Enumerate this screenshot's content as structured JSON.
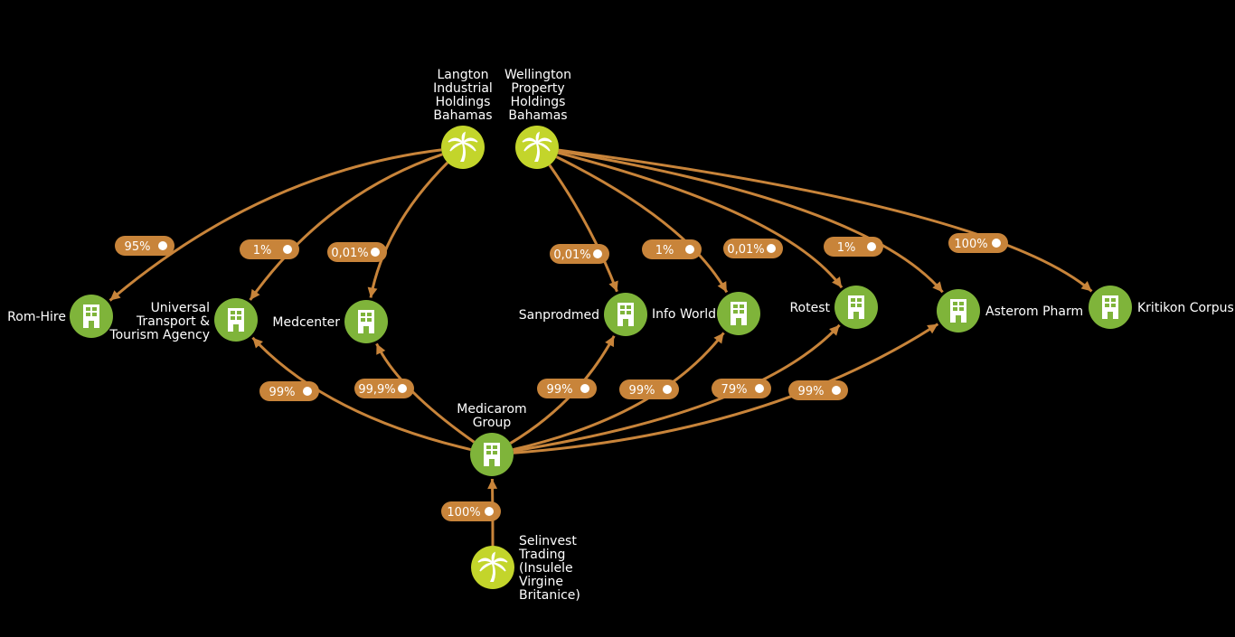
{
  "nodes": [
    {
      "id": "langton",
      "kind": "offshore",
      "label": [
        "Langton",
        "Industrial",
        "Holdings",
        "Bahamas"
      ],
      "color": "#c3d52b"
    },
    {
      "id": "wellington",
      "kind": "offshore",
      "label": [
        "Wellington",
        "Property",
        "Holdings",
        "Bahamas"
      ],
      "color": "#c3d52b"
    },
    {
      "id": "romhire",
      "kind": "company",
      "label": [
        "Rom-Hire"
      ],
      "color": "#7fb43a"
    },
    {
      "id": "universal",
      "kind": "company",
      "label": [
        "Universal",
        "Transport &",
        "Tourism Agency"
      ],
      "color": "#7fb43a"
    },
    {
      "id": "medcenter",
      "kind": "company",
      "label": [
        "Medcenter"
      ],
      "color": "#7fb43a"
    },
    {
      "id": "sanprodmed",
      "kind": "company",
      "label": [
        "Sanprodmed"
      ],
      "color": "#7fb43a"
    },
    {
      "id": "infoworld",
      "kind": "company",
      "label": [
        "Info World"
      ],
      "color": "#7fb43a"
    },
    {
      "id": "rotest",
      "kind": "company",
      "label": [
        "Rotest"
      ],
      "color": "#7fb43a"
    },
    {
      "id": "asterom",
      "kind": "company",
      "label": [
        "Asterom Pharm"
      ],
      "color": "#7fb43a"
    },
    {
      "id": "kritikon",
      "kind": "company",
      "label": [
        "Kritikon Corpus"
      ],
      "color": "#7fb43a"
    },
    {
      "id": "medicarom",
      "kind": "company",
      "label": [
        "Medicarom",
        "Group"
      ],
      "color": "#7fb43a"
    },
    {
      "id": "selinvest",
      "kind": "offshore",
      "label": [
        "Selinvest",
        "Trading",
        "(Insulele",
        "Virgine",
        "Britanice)"
      ],
      "color": "#c3d52b"
    }
  ],
  "edges": [
    {
      "from": "langton",
      "to": "romhire",
      "label": "95%"
    },
    {
      "from": "langton",
      "to": "universal",
      "label": "1%"
    },
    {
      "from": "langton",
      "to": "medcenter",
      "label": "0,01%"
    },
    {
      "from": "wellington",
      "to": "sanprodmed",
      "label": "0,01%"
    },
    {
      "from": "wellington",
      "to": "infoworld",
      "label": "1%"
    },
    {
      "from": "wellington",
      "to": "rotest",
      "label": "0,01%"
    },
    {
      "from": "wellington",
      "to": "asterom",
      "label": "1%"
    },
    {
      "from": "wellington",
      "to": "kritikon",
      "label": "100%"
    },
    {
      "from": "medicarom",
      "to": "universal",
      "label": "99%"
    },
    {
      "from": "medicarom",
      "to": "medcenter",
      "label": "99,9%"
    },
    {
      "from": "medicarom",
      "to": "sanprodmed",
      "label": "99%"
    },
    {
      "from": "medicarom",
      "to": "infoworld",
      "label": "99%"
    },
    {
      "from": "medicarom",
      "to": "rotest",
      "label": "79%"
    },
    {
      "from": "medicarom",
      "to": "asterom",
      "label": "99%"
    },
    {
      "from": "selinvest",
      "to": "medicarom",
      "label": "100%"
    }
  ],
  "colors": {
    "background": "#000000",
    "edge": "#c8843a",
    "label_text": "#ffffff"
  },
  "icons": {
    "offshore": "palm-tree-icon",
    "company": "building-icon"
  }
}
